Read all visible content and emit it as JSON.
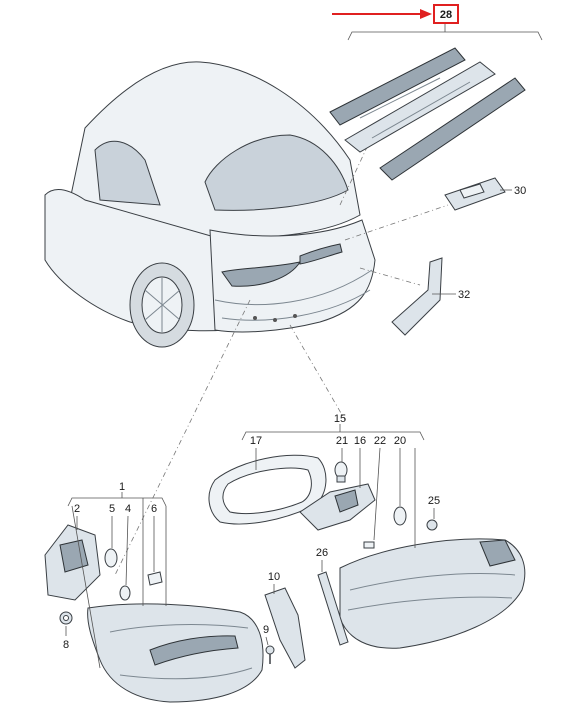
{
  "callouts": {
    "c28": "28",
    "c30": "30",
    "c32": "32",
    "c15": "15",
    "c17": "17",
    "c21": "21",
    "c16": "16",
    "c22": "22",
    "c20": "20",
    "c25": "25",
    "c26": "26",
    "c1": "1",
    "c2": "2",
    "c5": "5",
    "c4": "4",
    "c6": "6",
    "c8": "8",
    "c10": "10",
    "c9": "9"
  },
  "highlight": {
    "callout": "28",
    "box_color": "#e02020",
    "arrow_color": "#e02020"
  },
  "colors": {
    "part_fill": "#dde4ea",
    "outline": "#3a3f44",
    "leader": "#555555"
  }
}
